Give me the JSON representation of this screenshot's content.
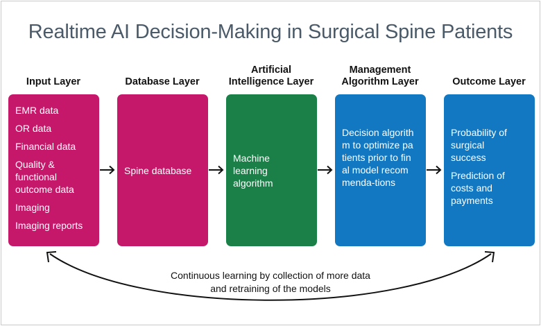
{
  "title": "Realtime AI Decision-Making in Surgical Spine Patients",
  "layers": [
    {
      "header": [
        "Input Layer"
      ],
      "items": [
        "EMR data",
        "OR data",
        "Financial data",
        "Quality & functional outcome data",
        "Imaging",
        "Imaging reports"
      ],
      "color": "#c5186a"
    },
    {
      "header": [
        "Database Layer"
      ],
      "items": [
        "Spine database"
      ],
      "color": "#c5186a"
    },
    {
      "header": [
        "Artificial",
        "Intelligence Layer"
      ],
      "items": [
        "Machine learning algorithm"
      ],
      "color": "#1a8047"
    },
    {
      "header": [
        "Management",
        "Algorithm Layer"
      ],
      "items": [
        "Decision algorithm to optimize patients prior to final model recommenda-tions"
      ],
      "color": "#1278c2"
    },
    {
      "header": [
        "Outcome Layer"
      ],
      "items": [
        "Probability of surgical success",
        "Prediction of costs and payments"
      ],
      "color": "#1278c2"
    }
  ],
  "caption": [
    "Continuous learning by collection of more data",
    "and retraining of the models"
  ]
}
